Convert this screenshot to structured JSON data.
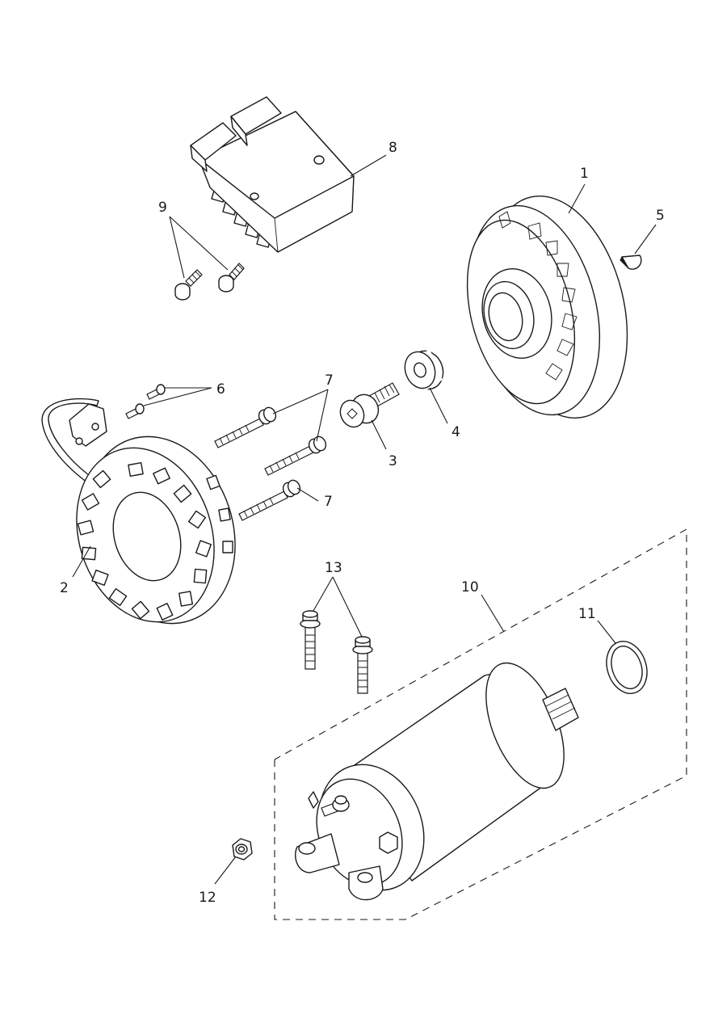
{
  "callouts": {
    "c1": "1",
    "c2": "2",
    "c3": "3",
    "c4": "4",
    "c5": "5",
    "c6": "6",
    "c7a": "7",
    "c7b": "7",
    "c8": "8",
    "c9": "9",
    "c10": "10",
    "c11": "11",
    "c12": "12",
    "c13": "13"
  },
  "colors": {
    "line": "#1a1a1a",
    "background": "#ffffff"
  }
}
